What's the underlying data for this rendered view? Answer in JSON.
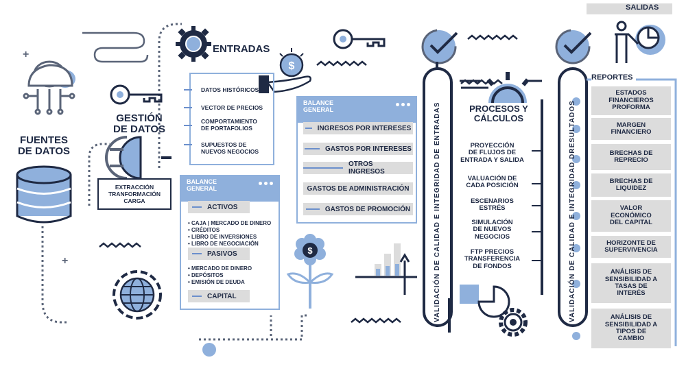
{
  "colors": {
    "navy": "#1f2a44",
    "blue": "#8fb0dc",
    "mid": "#6b8fcc",
    "gray": "#dcdcdc"
  },
  "icons": [
    "cloud-network-icon",
    "database-icon",
    "globe-icon",
    "key-icon",
    "plug-icon",
    "gear-icon",
    "hand-coin-icon",
    "check-circle-icon",
    "flower-coin-icon",
    "growth-chart-icon",
    "person-chart-icon",
    "pie-gear-icon"
  ],
  "fuentes": {
    "title": "FUENTES\nDE DATOS"
  },
  "gestion": {
    "title": "GESTIÓN\nDE DATOS",
    "etl": "EXTRACCIÓN\nTRANFORMACIÓN\nCARGA"
  },
  "entradas": {
    "title": "ENTRADAS",
    "items": [
      "DATOS HISTÓRICOS",
      "VECTOR DE PRECIOS",
      "COMPORTAMIENTO\nDE PORTAFOLIOS",
      "SUPUESTOS DE\nNUEVOS NEGOCIOS"
    ]
  },
  "balance1": {
    "title": "BALANCE\nGENERAL",
    "activos": "ACTIVOS",
    "activos_items": [
      "CAJA | MERCADO DE DINERO",
      "CRÉDITOS",
      "LIBRO DE INVERSIONES",
      "LIBRO DE NEGOCIACIÓN"
    ],
    "pasivos": "PASIVOS",
    "pasivos_items": [
      "MERCADO DE DINERO",
      "DEPÓSITOS",
      "EMISIÓN DE DEUDA"
    ],
    "capital": "CAPITAL"
  },
  "balance2": {
    "title": "BALANCE\nGENERAL",
    "rows": [
      "INGRESOS POR INTERESES",
      "GASTOS POR INTERESES",
      "OTROS INGRESOS",
      "GASTOS DE ADMINISTRACIÓN",
      "GASTOS DE PROMOCIÓN"
    ]
  },
  "validacion1": "VALIDACIÓN   DE   CALIDAD   E   INTEGRIDAD   DE   ENTRADAS",
  "validacion2": "VALIDACIÓN   DE   CALIDAD   E   INTEGRIDAD   DRESULTADOS",
  "procesos": {
    "title": "PROCESOS Y\nCÁLCULOS",
    "items": [
      "PROYECCIÓN\nDE FLUJOS DE\nENTRADA Y SALIDA",
      "VALUACIÓN DE\nCADA POSICIÓN",
      "ESCENARIOS\nESTRÉS",
      "SIMULACIÓN\nDE NUEVOS\nNEGOCIOS",
      "FTP PRECIOS\nTRANSFERENCIA\nDE FONDOS"
    ]
  },
  "salidas": {
    "title": "SALIDAS",
    "reportes": "REPORTES",
    "items": [
      "ESTADOS\nFINANCIEROS\nPROFORMA",
      "MARGEN\nFINANCIERO",
      "BRECHAS DE\nREPRECIO",
      "BRECHAS DE\nLIQUIDEZ",
      "VALOR\nECONÓMICO\nDEL CAPITAL",
      "HORIZONTE DE\nSUPERVIVENCIA",
      "ANÁLISIS DE\nSENSIBILIDAD A\nTASAS DE\nINTERÉS",
      "ANÁLISIS DE\nSENSIBILIDAD A\nTIPOS DE\nCAMBIO"
    ]
  }
}
